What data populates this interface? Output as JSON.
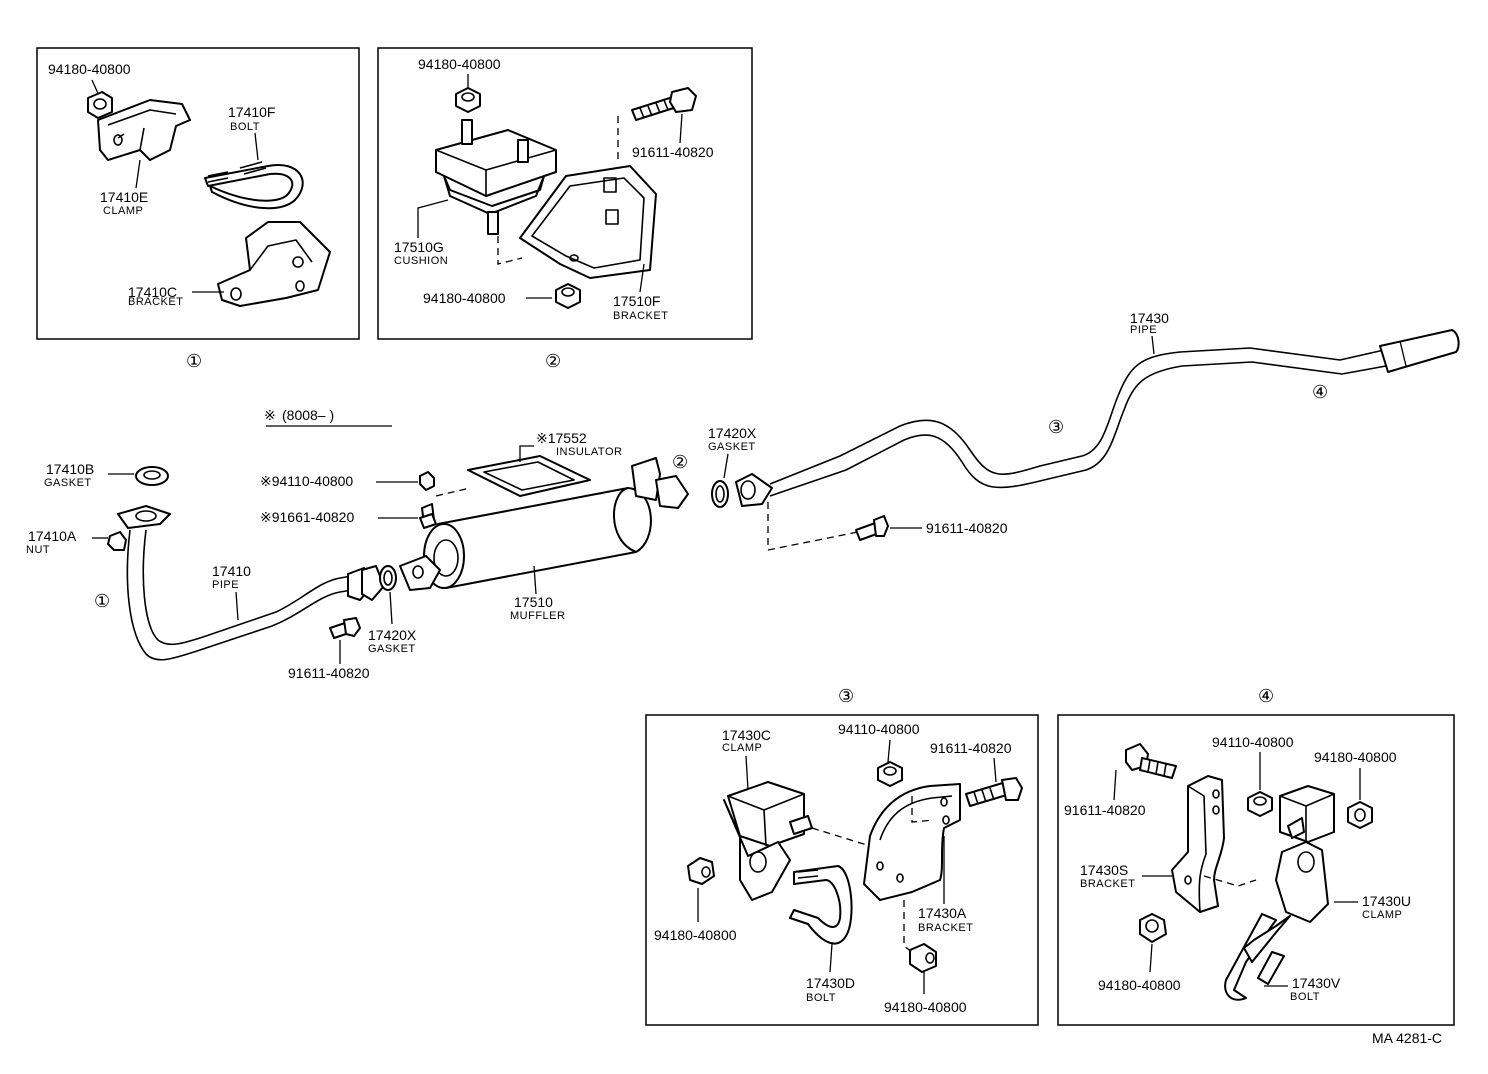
{
  "diagram_code": "MA 4281-C",
  "note": {
    "mark": "※",
    "text": "(8008–       )"
  },
  "insets": [
    {
      "number": "①",
      "labels": [
        {
          "part": "94180-40800",
          "name": ""
        },
        {
          "part": "17410F",
          "name": "BOLT"
        },
        {
          "part": "17410E",
          "name": "CLAMP"
        },
        {
          "part": "17410C",
          "name": "BRACKET"
        }
      ]
    },
    {
      "number": "②",
      "labels": [
        {
          "part": "94180-40800",
          "name": ""
        },
        {
          "part": "91611-40820",
          "name": ""
        },
        {
          "part": "17510G",
          "name": "CUSHION"
        },
        {
          "part": "94180-40800",
          "name": ""
        },
        {
          "part": "17510F",
          "name": "BRACKET"
        }
      ]
    },
    {
      "number": "③",
      "labels": [
        {
          "part": "17430C",
          "name": "CLAMP"
        },
        {
          "part": "94110-40800",
          "name": ""
        },
        {
          "part": "91611-40820",
          "name": ""
        },
        {
          "part": "94180-40800",
          "name": ""
        },
        {
          "part": "17430A",
          "name": "BRACKET"
        },
        {
          "part": "17430D",
          "name": "BOLT"
        },
        {
          "part": "94180-40800",
          "name": ""
        }
      ]
    },
    {
      "number": "④",
      "labels": [
        {
          "part": "94110-40800",
          "name": ""
        },
        {
          "part": "94180-40800",
          "name": ""
        },
        {
          "part": "91611-40820",
          "name": ""
        },
        {
          "part": "17430S",
          "name": "BRACKET"
        },
        {
          "part": "17430U",
          "name": "CLAMP"
        },
        {
          "part": "94180-40800",
          "name": ""
        },
        {
          "part": "17430V",
          "name": "BOLT"
        }
      ]
    }
  ],
  "main_labels": [
    {
      "part": "17430",
      "name": "PIPE"
    },
    {
      "part": "17420X",
      "name": "GASKET"
    },
    {
      "part": "※17552",
      "name": "INSULATOR"
    },
    {
      "part": "17410B",
      "name": "GASKET"
    },
    {
      "part": "※94110-40800",
      "name": ""
    },
    {
      "part": "※91661-40820",
      "name": ""
    },
    {
      "part": "17410A",
      "name": "NUT"
    },
    {
      "part": "17410",
      "name": "PIPE"
    },
    {
      "part": "17510",
      "name": "MUFFLER"
    },
    {
      "part": "17420X",
      "name": "GASKET"
    },
    {
      "part": "91611-40820",
      "name": ""
    },
    {
      "part": "91611-40820",
      "name": ""
    }
  ],
  "main_callouts": [
    "①",
    "②",
    "③",
    "④"
  ]
}
